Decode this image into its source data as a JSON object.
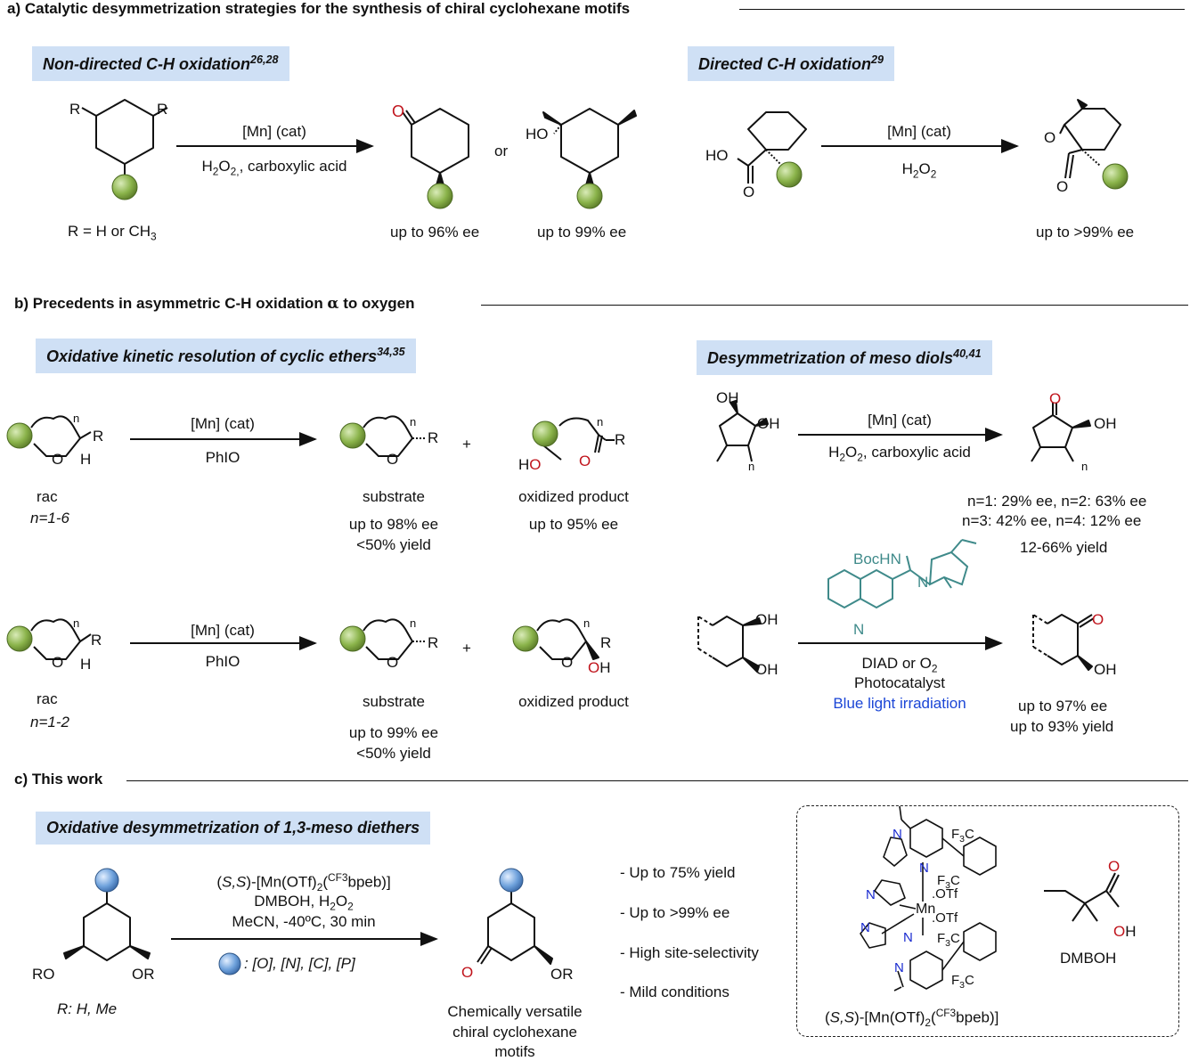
{
  "section_a": {
    "title": "a) Catalytic desymmetrization strategies for the synthesis of chiral cyclohexane motifs",
    "box_left": "Non-directed C-H oxidation",
    "box_left_ref": "26,28",
    "box_right": "Directed C-H oxidation",
    "box_right_ref": "29",
    "left_R1": "R",
    "left_R2": "R",
    "left_reagent_top": "[Mn] (cat)",
    "left_reagent_bottom_a": "H",
    "left_reagent_bottom_b": "O",
    "left_reagent_bottom_c": ", carboxylic acid",
    "R_def": "R = H or CH",
    "or": "or",
    "ee1": "up to 96% ee",
    "ee2": "up to 99% ee",
    "right_reagent_top": "[Mn] (cat)",
    "right_reagent_bottom": "H",
    "ee3": "up to >99% ee",
    "HO": "HO",
    "O": "O"
  },
  "section_b": {
    "title_pre": "b) Precedents in asymmetric C-H oxidation ",
    "title_alpha": "α",
    "title_post": " to oxygen",
    "box_left": "Oxidative kinetic resolution of cyclic ethers",
    "box_left_ref": "34,35",
    "box_right": "Desymmetrization of meso diols",
    "box_right_ref": "40,41",
    "row1": {
      "reagent_top": "[Mn] (cat)",
      "reagent_bottom": "PhIO",
      "rac": "rac",
      "n_range": "n=1-6",
      "substrate": "substrate",
      "sub_ee": "up to 98% ee",
      "sub_yield": "<50% yield",
      "plus": "+",
      "product": "oxidized product",
      "prod_ee": "up to 95% ee"
    },
    "row2": {
      "reagent_top": "[Mn] (cat)",
      "reagent_bottom": "PhIO",
      "rac": "rac",
      "n_range": "n=1-2",
      "substrate": "substrate",
      "sub_ee": "up to 99% ee",
      "sub_yield": "<50% yield",
      "plus": "+",
      "product": "oxidized product"
    },
    "diol1": {
      "reagent_top": "[Mn] (cat)",
      "reagent_bottom_c": ", carboxylic acid",
      "ee_line1": "n=1: 29% ee, n=2: 63% ee",
      "ee_line2": "n=3: 42% ee, n=4: 12% ee",
      "yield": "12-66% yield"
    },
    "diol2": {
      "catalyst_label": "BocHN",
      "cond1": "DIAD or O",
      "cond2": "Photocatalyst",
      "cond3": "Blue light irradiation",
      "ee": "up to 97% ee",
      "yield": "up to 93% yield"
    }
  },
  "section_c": {
    "title": "c) This work",
    "box": "Oxidative desymmetrization of 1,3-meso diethers",
    "cond_line1_a": "(",
    "cond_line1_ss": "S,S",
    "cond_line1_b": ")-[Mn(OTf)",
    "cond_line1_c": "(",
    "cond_line1_sup": "CF3",
    "cond_line1_d": "bpeb)]",
    "cond_line2": "DMBOH, H",
    "cond_line3": "MeCN, -40ºC, 30 min",
    "sphere_def": ": [O], [N], [C], [P]",
    "sm_R": "R: H, Me",
    "RO": "RO",
    "OR": "OR",
    "product_l1": "Chemically versatile",
    "product_l2": "chiral cyclohexane",
    "product_l3": "motifs",
    "bullets": [
      "- Up to 75% yield",
      "- Up to >99% ee",
      "- High site-selectivity",
      "- Mild conditions"
    ],
    "catalyst_name_ss": "S,S",
    "catalyst_name_b": ")-[Mn(OTf)",
    "catalyst_name_sup": "CF3",
    "catalyst_name_d": "bpeb)]",
    "F3C": "F",
    "Mn": "Mn",
    "OTf": "OTf",
    "N": "N",
    "DMBOH": "DMBOH",
    "OH": "OH"
  },
  "colors": {
    "sphere_green": "#8ab34a",
    "sphere_blue": "#6fa2dc",
    "oxygen_red": "#c0141c",
    "nitrogen_blue": "#1a2bd0",
    "catalyst_teal": "#3f8a8a",
    "box_fill": "#cfe0f5",
    "blue_text": "#1b46d6"
  }
}
